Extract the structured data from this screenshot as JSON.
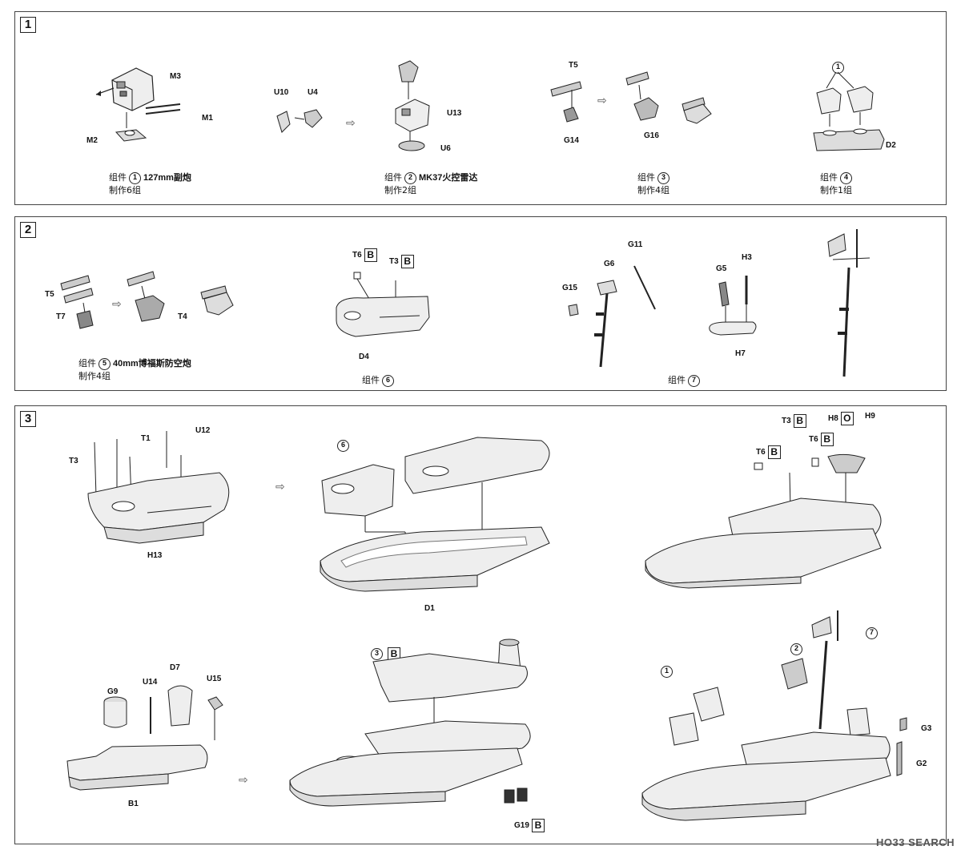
{
  "steps": [
    {
      "num": "1"
    },
    {
      "num": "2"
    },
    {
      "num": "3"
    }
  ],
  "s1": {
    "a": {
      "parts": [
        "M3",
        "M1",
        "M2"
      ],
      "cap_prefix": "组件",
      "cap_num": "1",
      "cap_name": "127mm副炮",
      "cap_line2": "制作6组"
    },
    "b": {
      "parts": [
        "U10",
        "U4",
        "U13",
        "U6"
      ],
      "cap_prefix": "组件",
      "cap_num": "2",
      "cap_name": "MK37火控雷达",
      "cap_line2": "制作2组"
    },
    "c": {
      "parts": [
        "T5",
        "G14",
        "G16"
      ],
      "cap_prefix": "组件",
      "cap_num": "3",
      "cap_name": "",
      "cap_line2": "制作4组"
    },
    "d": {
      "parts": [
        "D2"
      ],
      "ref": "1",
      "cap_prefix": "组件",
      "cap_num": "4",
      "cap_line2": "制作1组"
    }
  },
  "s2": {
    "a": {
      "parts": [
        "T5",
        "T7",
        "T4"
      ],
      "cap_prefix": "组件",
      "cap_num": "5",
      "cap_name": "40mm博福斯防空炮",
      "cap_line2": "制作4组"
    },
    "b": {
      "parts": [
        "T6",
        "T3",
        "D4"
      ],
      "box": "B",
      "cap_prefix": "组件",
      "cap_num": "6"
    },
    "c": {
      "parts": [
        "G11",
        "G6",
        "G15",
        "G5",
        "H3",
        "H7"
      ],
      "cap_prefix": "组件",
      "cap_num": "7"
    }
  },
  "s3": {
    "top": {
      "parts": [
        "T1",
        "T3",
        "U12",
        "H13",
        "D1",
        "T3",
        "H8",
        "H9",
        "T6",
        "T6"
      ],
      "refs": [
        "6"
      ],
      "box_b": "B",
      "box_o": "O"
    },
    "bottom": {
      "parts": [
        "D7",
        "G9",
        "U14",
        "U15",
        "B1",
        "G19",
        "G3",
        "G2"
      ],
      "refs": [
        "3",
        "2",
        "1",
        "7"
      ],
      "box_b": "B"
    }
  },
  "arrow_glyph": "⇨",
  "watermark": "HO33 SEARCH"
}
